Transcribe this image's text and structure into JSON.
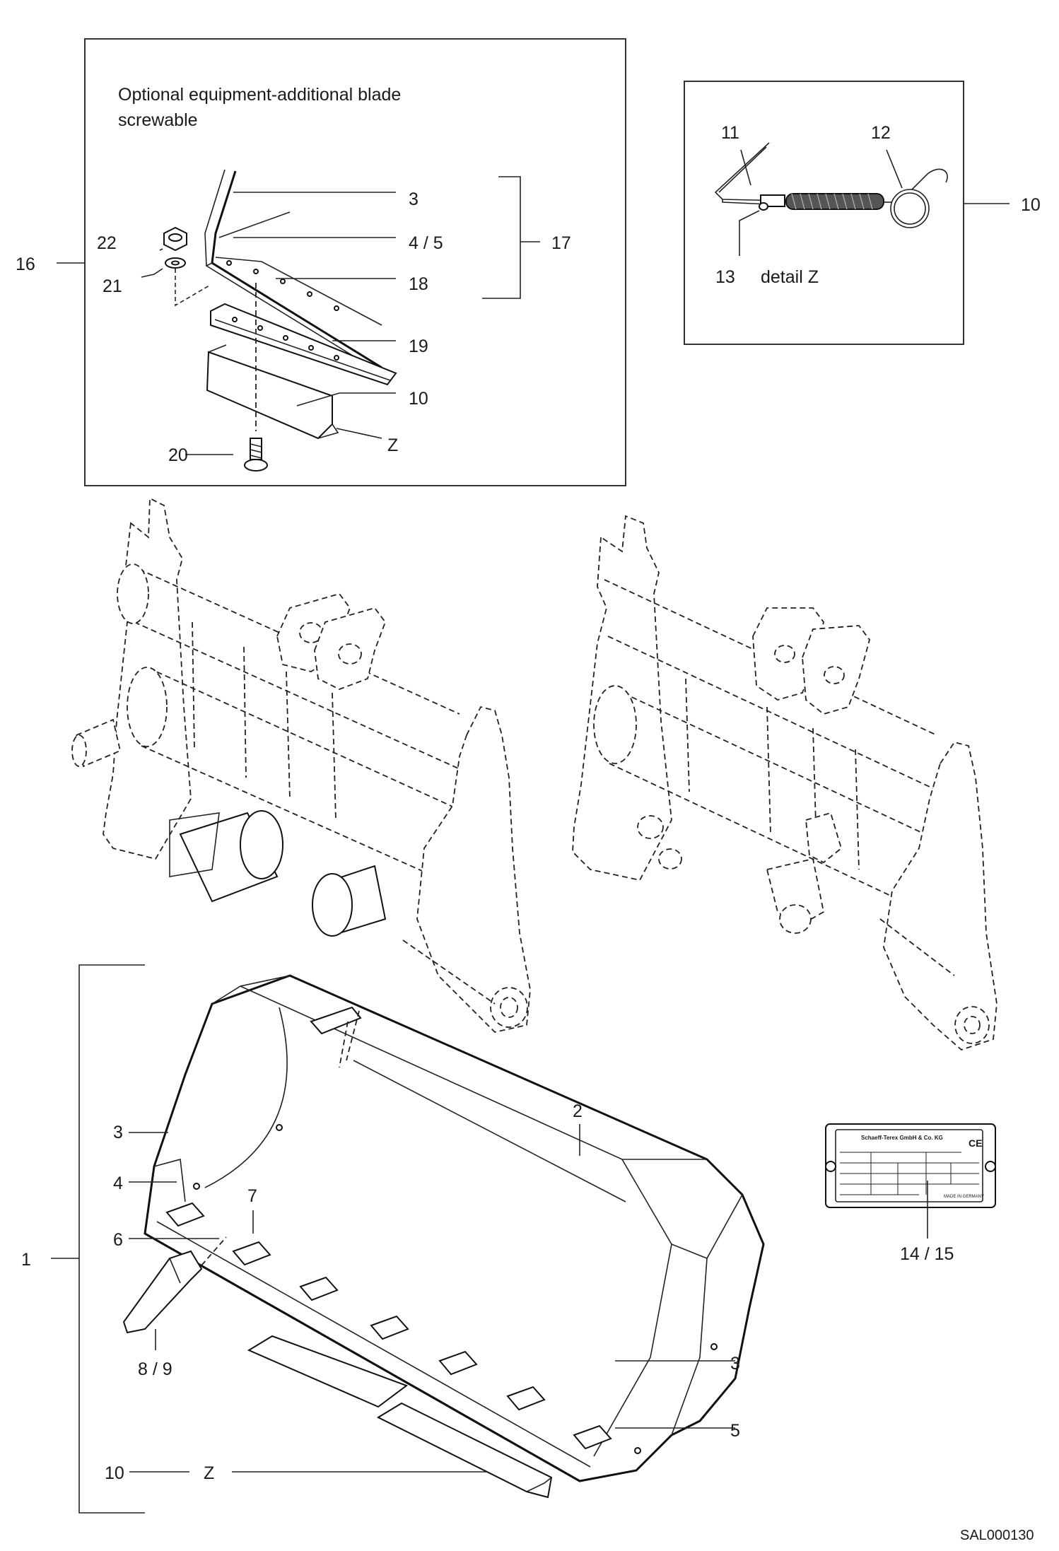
{
  "inset": {
    "title_line1": "Optional equipment-additional blade",
    "title_line2": "screwable"
  },
  "detail": {
    "caption": "detail Z"
  },
  "labels": {
    "l16": "16",
    "l22": "22",
    "l21": "21",
    "l3a": "3",
    "l45": "4 / 5",
    "l18": "18",
    "l19": "19",
    "l10a": "10",
    "lZa": "Z",
    "l20": "20",
    "l17": "17",
    "l11": "11",
    "l12": "12",
    "l13": "13",
    "l10b": "10",
    "l2": "2",
    "l3b": "3",
    "l4": "4",
    "l7": "7",
    "l6": "6",
    "l1": "1",
    "l89": "8 / 9",
    "l10c": "10",
    "lZb": "Z",
    "l3c": "3",
    "l5": "5",
    "l1415": "14 / 15"
  },
  "drawing_code": "SAL000130",
  "plate": {
    "maker": "Schaeff-Terex GmbH & Co. KG",
    "mark": "CE",
    "made_in": "MADE IN GERMANY"
  }
}
